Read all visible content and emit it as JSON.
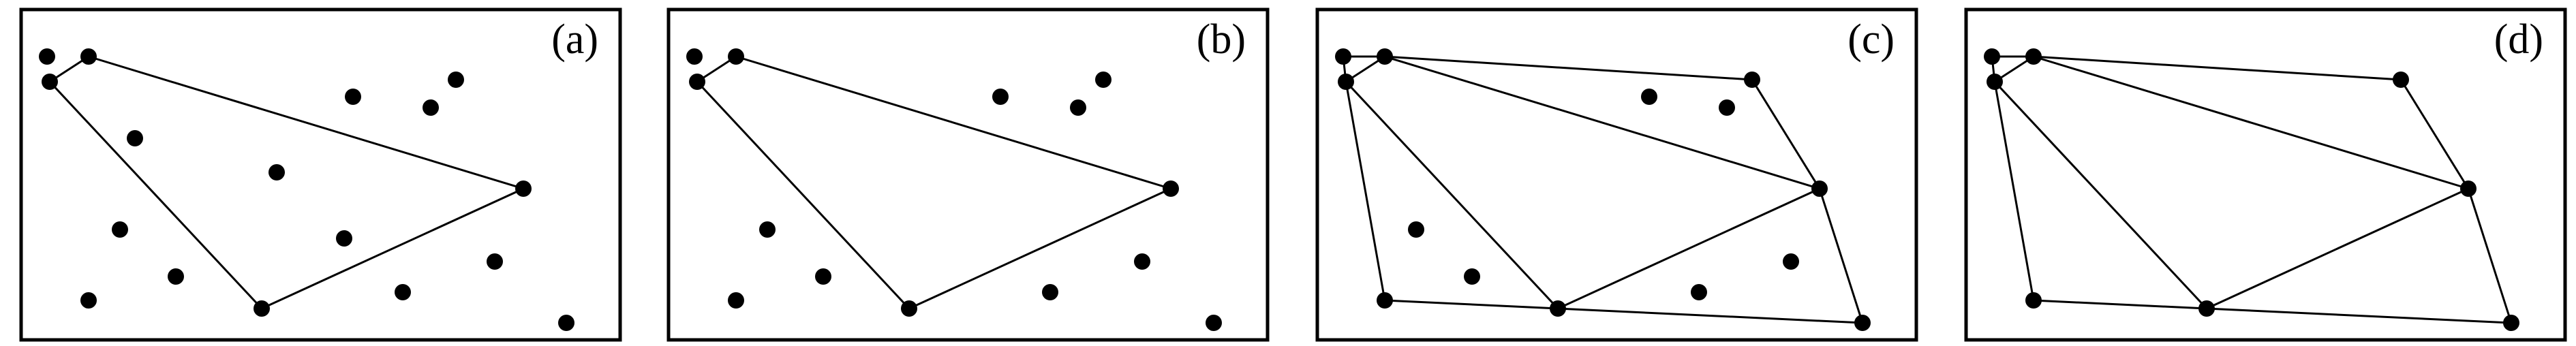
{
  "figure": {
    "panels": [
      {
        "label": "(a)",
        "points": [
          1,
          2,
          3,
          4,
          5,
          6,
          7,
          8,
          9,
          10,
          11,
          12,
          13,
          14,
          15,
          16,
          17
        ],
        "edges": [
          [
            2,
            3
          ],
          [
            2,
            9
          ],
          [
            9,
            16
          ],
          [
            16,
            3
          ]
        ]
      },
      {
        "label": "(b)",
        "points": [
          1,
          2,
          3,
          4,
          5,
          6,
          9,
          10,
          12,
          13,
          14,
          15,
          16,
          17
        ],
        "edges": [
          [
            2,
            3
          ],
          [
            2,
            9
          ],
          [
            9,
            16
          ],
          [
            16,
            3
          ]
        ]
      },
      {
        "label": "(c)",
        "points": [
          1,
          2,
          3,
          4,
          5,
          6,
          9,
          10,
          12,
          13,
          14,
          15,
          16,
          17
        ],
        "edges": [
          [
            1,
            2
          ],
          [
            1,
            3
          ],
          [
            2,
            3
          ],
          [
            2,
            4
          ],
          [
            4,
            9
          ],
          [
            2,
            9
          ],
          [
            3,
            16
          ],
          [
            3,
            15
          ],
          [
            15,
            16
          ],
          [
            16,
            9
          ],
          [
            16,
            17
          ],
          [
            9,
            17
          ]
        ]
      },
      {
        "label": "(d)",
        "points": [
          1,
          2,
          3,
          4,
          9,
          15,
          16,
          17
        ],
        "edges": [
          [
            1,
            2
          ],
          [
            1,
            3
          ],
          [
            2,
            3
          ],
          [
            2,
            4
          ],
          [
            4,
            9
          ],
          [
            2,
            9
          ],
          [
            3,
            16
          ],
          [
            3,
            15
          ],
          [
            15,
            16
          ],
          [
            16,
            9
          ],
          [
            16,
            17
          ],
          [
            9,
            17
          ]
        ]
      }
    ],
    "colors": {
      "stroke": "#000000",
      "background": "#ffffff"
    }
  }
}
